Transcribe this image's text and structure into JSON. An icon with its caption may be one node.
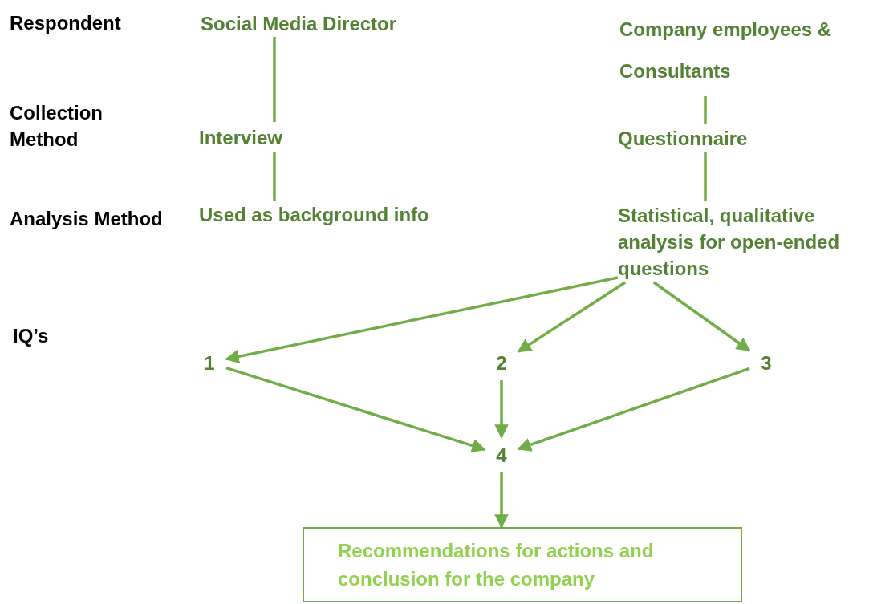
{
  "diagram": {
    "nodes": [
      {
        "text": [
          "Social Media Director"
        ]
      },
      {
        "text": [
          "Company employees & Consultants"
        ]
      },
      {
        "text": [
          "Interview"
        ]
      },
      {
        "text": [
          "Questionnaire"
        ]
      },
      {
        "text": [
          "Used as background info"
        ]
      },
      {
        "text": [
          "Statistical, qualitative analysis for open-ended questions"
        ]
      },
      {
        "text": [
          "1"
        ]
      },
      {
        "text": [
          "2"
        ]
      },
      {
        "text": [
          "3"
        ]
      },
      {
        "text": [
          "4"
        ]
      },
      {
        "text": [
          "Recommendations for actions and conclusion for the company"
        ]
      }
    ],
    "edges": [
      {
        "from": 0,
        "to": 2,
        "arrow": "none"
      },
      {
        "from": 1,
        "to": 3,
        "arrow": "none"
      },
      {
        "from": 2,
        "to": 4,
        "arrow": "none"
      },
      {
        "from": 3,
        "to": 5,
        "arrow": "none"
      },
      {
        "from": 5,
        "to": 6,
        "arrow": "to"
      },
      {
        "from": 5,
        "to": 7,
        "arrow": "to"
      },
      {
        "from": 5,
        "to": 8,
        "arrow": "to"
      },
      {
        "from": 6,
        "to": 9,
        "arrow": "to"
      },
      {
        "from": 7,
        "to": 9,
        "arrow": "to"
      },
      {
        "from": 8,
        "to": 9,
        "arrow": "to"
      },
      {
        "from": 9,
        "to": 10,
        "arrow": "to"
      }
    ],
    "labels": [
      "Respondent",
      "Collection Method",
      "Analysis Method",
      "IQ’s"
    ]
  }
}
